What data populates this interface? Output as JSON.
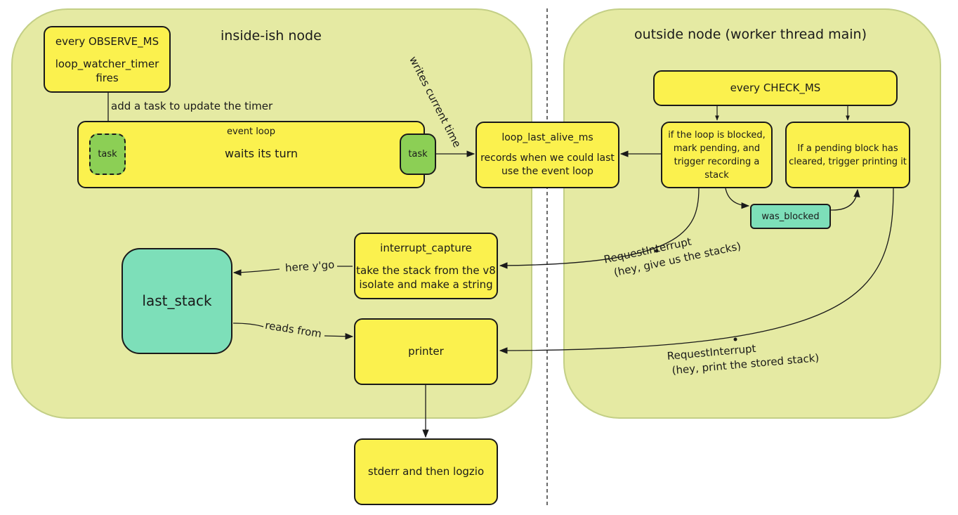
{
  "inside": {
    "title": "inside-ish node",
    "observe": {
      "line1": "every OBSERVE_MS",
      "line2": "loop_watcher_timer",
      "line3": "fires"
    },
    "add_task_label": "add a task to update the timer",
    "event_loop": {
      "title": "event loop",
      "task_left": "task",
      "task_right": "task",
      "waits": "waits its turn"
    },
    "writes_label": "writes current time",
    "interrupt_capture": {
      "title": "interrupt_capture",
      "line1": "take the stack from the v8",
      "line2": "isolate and make a string"
    },
    "last_stack": "last_stack",
    "here_label": "here y'go",
    "reads_label": "reads from",
    "printer": "printer"
  },
  "outside": {
    "title": "outside node (worker thread main)",
    "check": "every CHECK_MS",
    "blocked": {
      "line1": "if the loop is blocked,",
      "line2": "mark pending, and",
      "line3": "trigger recording a",
      "line4": "stack"
    },
    "pending": {
      "line1": "If a pending block has",
      "line2": "cleared, trigger printing it"
    },
    "was_blocked": "was_blocked",
    "req1": {
      "line1": "RequestInterrupt",
      "line2": "(hey, give us the stacks)"
    },
    "req2": {
      "line1": "RequestInterrupt",
      "line2": "(hey, print the stored stack)"
    }
  },
  "loop_last_alive": {
    "title": "loop_last_alive_ms",
    "line1": "records when we could last",
    "line2": "use the event loop"
  },
  "stderr": "stderr and then logzio"
}
